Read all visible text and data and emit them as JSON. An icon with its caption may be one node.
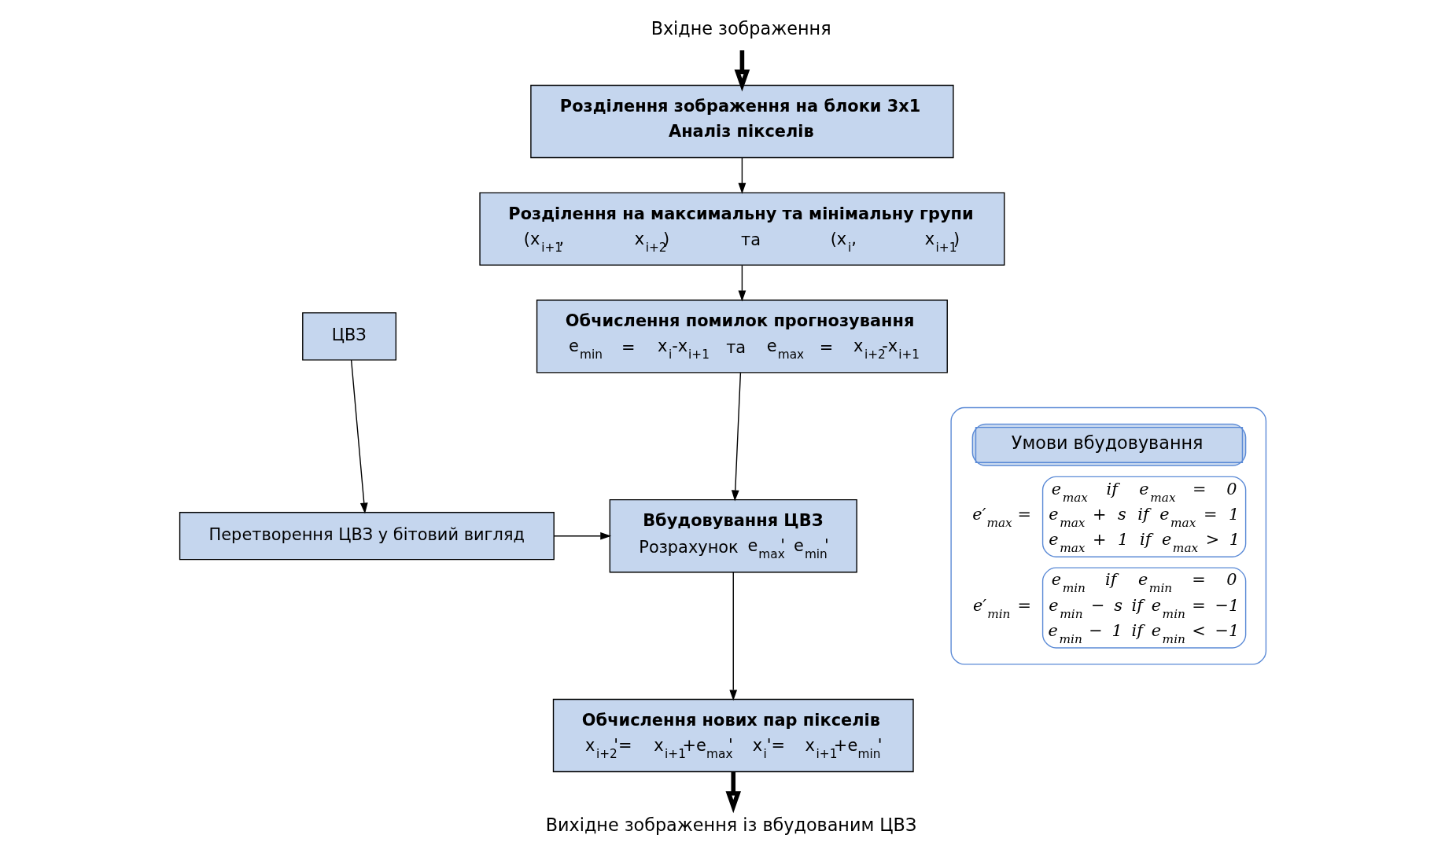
{
  "diagram": {
    "nodes": [
      {
        "text": [
          "Вхідне зображення"
        ]
      },
      {
        "text": [
          "Розділення зображення на блоки 3х1",
          "Аналіз пікселів"
        ]
      },
      {
        "text": [
          "Розділення на максимальну та мінімальну групи",
          "(x$_{i+1}$, x$_{i+2}$) та (x$_{i}$, x$_{i+1}$)"
        ]
      },
      {
        "text": [
          "ЦВЗ"
        ]
      },
      {
        "text": [
          "Обчислення помилок прогнозування",
          "e$_{min}$ = x$_{i}$-x$_{i+1}$ та e$_{max}$ = x$_{i+2}$-x$_{i+1}$"
        ]
      },
      {
        "text": [
          "Перетворення ЦВЗ у бітовий вигляд"
        ]
      },
      {
        "text": [
          "Вбудовування ЦВЗ",
          "Розрахунок e$_{max}$' e$_{min}$'"
        ]
      },
      {
        "text": [
          "Умови вбудовування",
          "e′$_{max}$ =",
          "e$_{max}$ if e$_{max}$ = 0",
          "e$_{max}$ + s if e$_{max}$ = 1",
          "e$_{max}$ + 1 if e$_{max}$ > 1",
          "e′$_{min}$ =",
          "e$_{min}$ if e$_{min}$ = 0",
          "e$_{min}$ − s if e$_{min}$ = −1",
          "e$_{min}$ − 1 if e$_{min}$ < −1"
        ]
      },
      {
        "text": [
          "Обчислення нових пар пікселів",
          "x$_{i+2}$'= x$_{i+1}$+e$_{max}$' x$_{i}$'= x$_{i+1}$+e$_{min}$'"
        ]
      },
      {
        "text": [
          "Вихідне зображення із вбудованим ЦВЗ"
        ]
      }
    ],
    "edges": [
      {
        "from": 0,
        "to": 1,
        "arrow": "to",
        "style": "thick"
      },
      {
        "from": 1,
        "to": 2,
        "arrow": "to"
      },
      {
        "from": 2,
        "to": 4,
        "arrow": "to"
      },
      {
        "from": 3,
        "to": 5,
        "arrow": "to"
      },
      {
        "from": 4,
        "to": 6,
        "arrow": "to"
      },
      {
        "from": 5,
        "to": 6,
        "arrow": "to"
      },
      {
        "from": 6,
        "to": 8,
        "arrow": "to"
      },
      {
        "from": 8,
        "to": 9,
        "arrow": "to",
        "style": "thick"
      }
    ]
  }
}
